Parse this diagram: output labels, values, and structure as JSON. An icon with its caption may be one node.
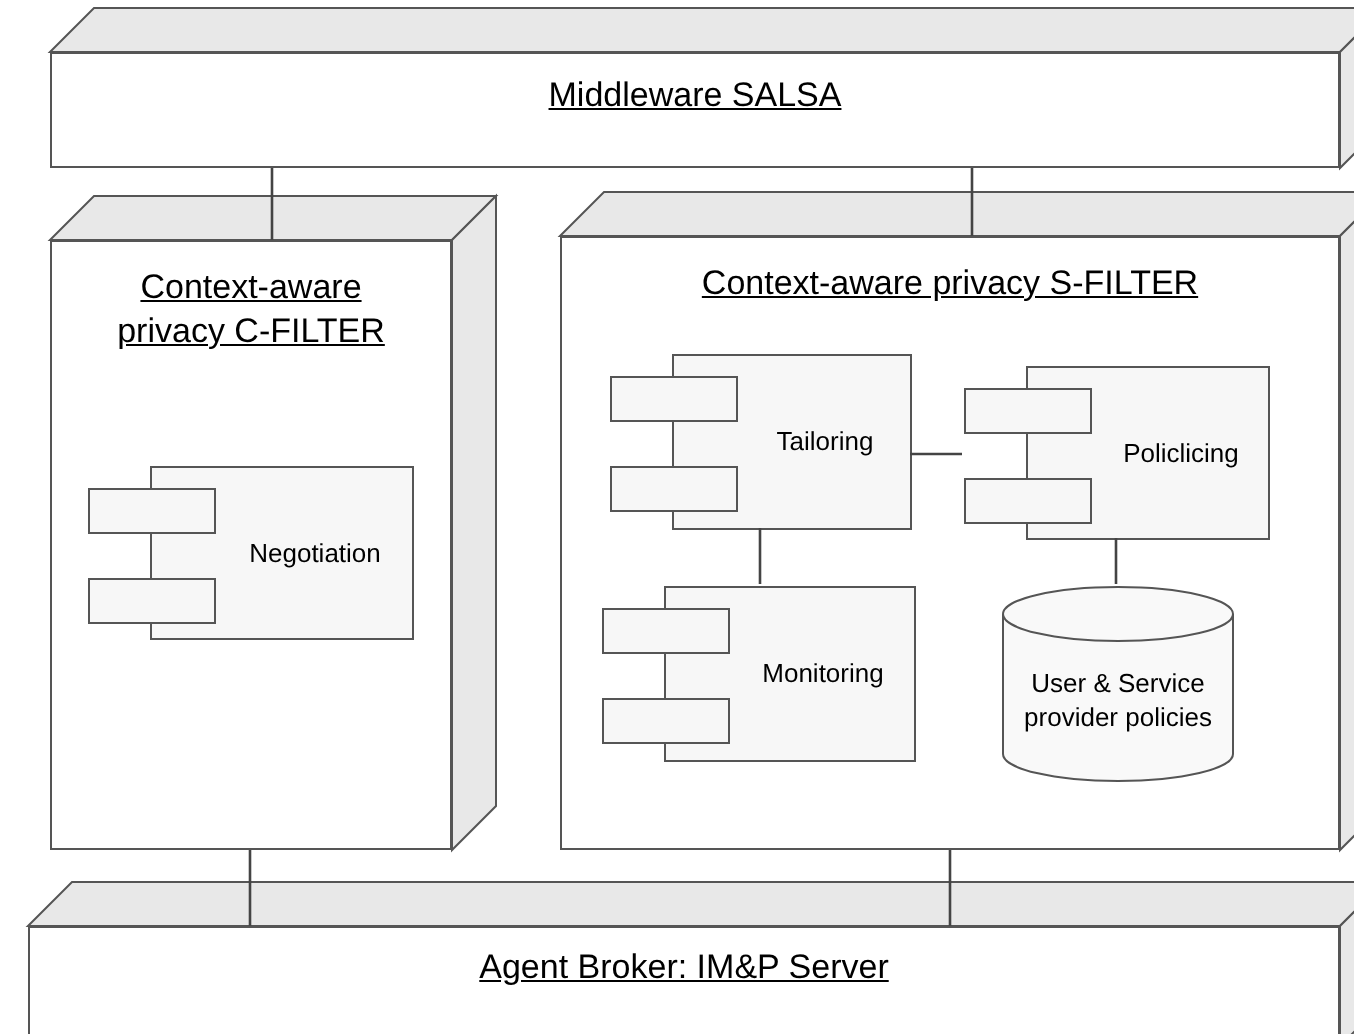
{
  "diagram": {
    "nodes": [
      {
        "text": [
          "Middleware SALSA"
        ]
      },
      {
        "text": [
          "Context-aware privacy C-FILTER"
        ]
      },
      {
        "text": [
          "Negotiation"
        ],
        "in": 1
      },
      {
        "text": [
          "Context-aware privacy S-FILTER"
        ]
      },
      {
        "text": [
          "Tailoring"
        ],
        "in": 3
      },
      {
        "text": [
          "Policlicing"
        ],
        "in": 3
      },
      {
        "text": [
          "Monitoring"
        ],
        "in": 3
      },
      {
        "text": [
          "User & Service provider policies"
        ],
        "in": 3
      },
      {
        "text": [
          "Agent Broker: IM&P Server"
        ]
      }
    ],
    "edges": [
      {
        "from": 0,
        "to": 1,
        "arrow": "none"
      },
      {
        "from": 0,
        "to": 3,
        "arrow": "none"
      },
      {
        "from": 4,
        "to": 5,
        "arrow": "none"
      },
      {
        "from": 4,
        "to": 6,
        "arrow": "none"
      },
      {
        "from": 5,
        "to": 7,
        "arrow": "none"
      },
      {
        "from": 1,
        "to": 8,
        "arrow": "none"
      },
      {
        "from": 3,
        "to": 8,
        "arrow": "none"
      }
    ]
  }
}
